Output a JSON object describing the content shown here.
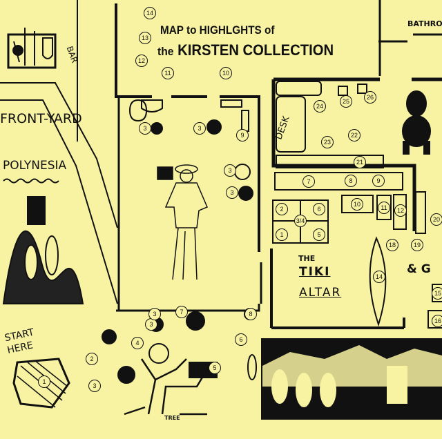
{
  "title": {
    "line1": "MAP to HIGHLGHTS of",
    "line2_prefix": "the",
    "line2_main": "KIRSTEN COLLECTION"
  },
  "labels": {
    "bathroom": "BATHRO",
    "bar": "BAR",
    "frontyard": "FRONT-YARD",
    "polynesia": "POLYNESIA",
    "desk": "DESK",
    "the": "THE",
    "tiki": "TIKI",
    "altar": "ALTAR",
    "ampersand": "& G",
    "start_here": "START HERE",
    "tree": "TREE"
  },
  "markers": [
    "14",
    "13",
    "12",
    "11",
    "10",
    "3",
    "3",
    "9",
    "3",
    "3",
    "24",
    "25",
    "26",
    "23",
    "22",
    "21",
    "7",
    "8",
    "9",
    "10",
    "11",
    "12",
    "18",
    "19",
    "20",
    "14",
    "15",
    "16",
    "2",
    "6",
    "1",
    "5",
    "3/4",
    "7",
    "8",
    "3",
    "3",
    "2",
    "4",
    "5",
    "6",
    "1",
    "3"
  ]
}
